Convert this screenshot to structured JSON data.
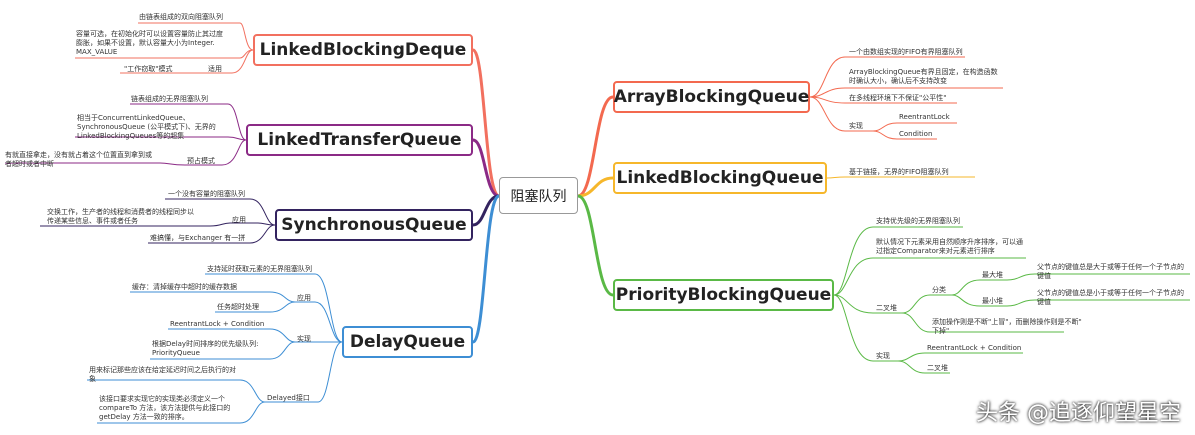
{
  "root": "阻塞队列",
  "right": {
    "array": {
      "title": "ArrayBlockingQueue",
      "c1": "一个由数组实现的FIFO有界阻塞队列",
      "c2": "ArrayBlockingQueue有界且固定，在构造函数\n时确认大小，确认后不支持改变",
      "c3": "在多线程环境下不保证\"公平性\"",
      "impl": "实现",
      "i1": "ReentrantLock",
      "i2": "Condition"
    },
    "linked": {
      "title": "LinkedBlockingQueue",
      "c1": "基于链接，无界的FIFO阻塞队列"
    },
    "priority": {
      "title": "PriorityBlockingQueue",
      "c1": "支持优先级的无界阻塞队列",
      "c2": "默认情况下元素采用自然顺序升序排序，可以通\n过指定Comparator来对元素进行排序",
      "heap": "二叉堆",
      "cat": "分类",
      "max": "最大堆",
      "max_d": "父节点的键值总是大于或等于任何一个子节点的\n键值",
      "min": "最小堆",
      "min_d": "父节点的键值总是小于或等于任何一个子节点的\n键值",
      "ops": "添加操作则是不断\"上冒\"，而删除操作则是不断\"\n下掉\"",
      "impl": "实现",
      "i1": "ReentrantLock + Condition",
      "i2": "二叉堆"
    }
  },
  "left": {
    "deque": {
      "title": "LinkedBlockingDeque",
      "c1": "由链表组成的双向阻塞队列",
      "c2": "容量可选，在初始化时可以设置容量防止其过度\n膨胀，如果不设置，默认容量大小为Integer.\nMAX_VALUE",
      "use": "适用",
      "u1": "\"工作窃取\"模式"
    },
    "transfer": {
      "title": "LinkedTransferQueue",
      "c1": "链表组成的无界阻塞队列",
      "c2": "相当于ConcurrentLinkedQueue、\nSynchronousQueue (公平模式下)、无界的\nLinkedBlockingQueues等的超集",
      "pre": "预占模式",
      "p1": "有就直接拿走，没有就占着这个位置直到拿到或\n者超时或者中断"
    },
    "sync": {
      "title": "SynchronousQueue",
      "c1": "一个没有容量的阻塞队列",
      "use": "应用",
      "u1": "交换工作，生产者的线程和消费者的线程同步以\n传递某些信息、事件或者任务",
      "c3": "难搞懂，与Exchanger 有一拼"
    },
    "delay": {
      "title": "DelayQueue",
      "c1": "支持延时获取元素的无界阻塞队列",
      "use": "应用",
      "u1": "缓存：清掉缓存中超时的缓存数据",
      "u2": "任务超时处理",
      "impl": "实现",
      "i1": "ReentrantLock + Condition",
      "i2": "根据Delay时间排序的优先级队列:\nPriorityQueue",
      "iface": "Delayed接口",
      "f1": "用来标记那些应该在给定延迟时间之后执行的对\n象",
      "f2": "该接口要求实现它的实现类必须定义一个\ncompareTo 方法，该方法提供与此接口的\ngetDelay 方法一致的排序。"
    }
  },
  "watermark": "头条 @追逐仰望星空",
  "colors": {
    "array": "#f3694f",
    "linked": "#f6b72b",
    "priority": "#5ab946",
    "deque": "#f2705f",
    "transfer": "#8b2a86",
    "sync": "#33235f",
    "delay": "#3d8ed4"
  }
}
